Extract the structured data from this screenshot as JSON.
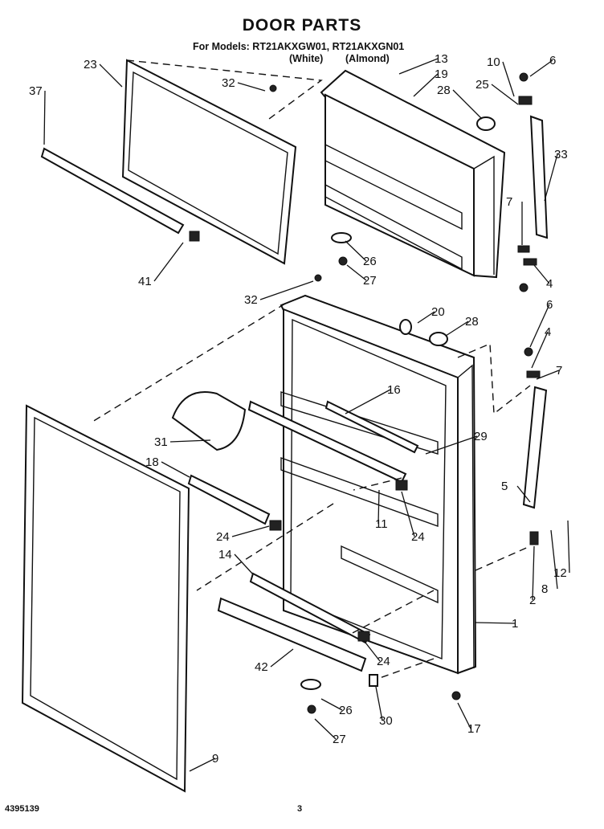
{
  "header": {
    "title": "DOOR PARTS",
    "models_line": "For Models: RT21AKXGW01, RT21AKXGN01",
    "color_white": "(White)",
    "color_almond": "(Almond)"
  },
  "footer": {
    "doc_number": "4395139",
    "page_number": "3"
  },
  "callouts": [
    "23",
    "32",
    "13",
    "19",
    "10",
    "6",
    "37",
    "28",
    "25",
    "33",
    "7",
    "26",
    "27",
    "4",
    "41",
    "32",
    "20",
    "28",
    "6",
    "4",
    "7",
    "16",
    "31",
    "29",
    "18",
    "5",
    "24",
    "11",
    "24",
    "14",
    "2",
    "8",
    "12",
    "1",
    "42",
    "24",
    "26",
    "30",
    "17",
    "27",
    "9"
  ]
}
